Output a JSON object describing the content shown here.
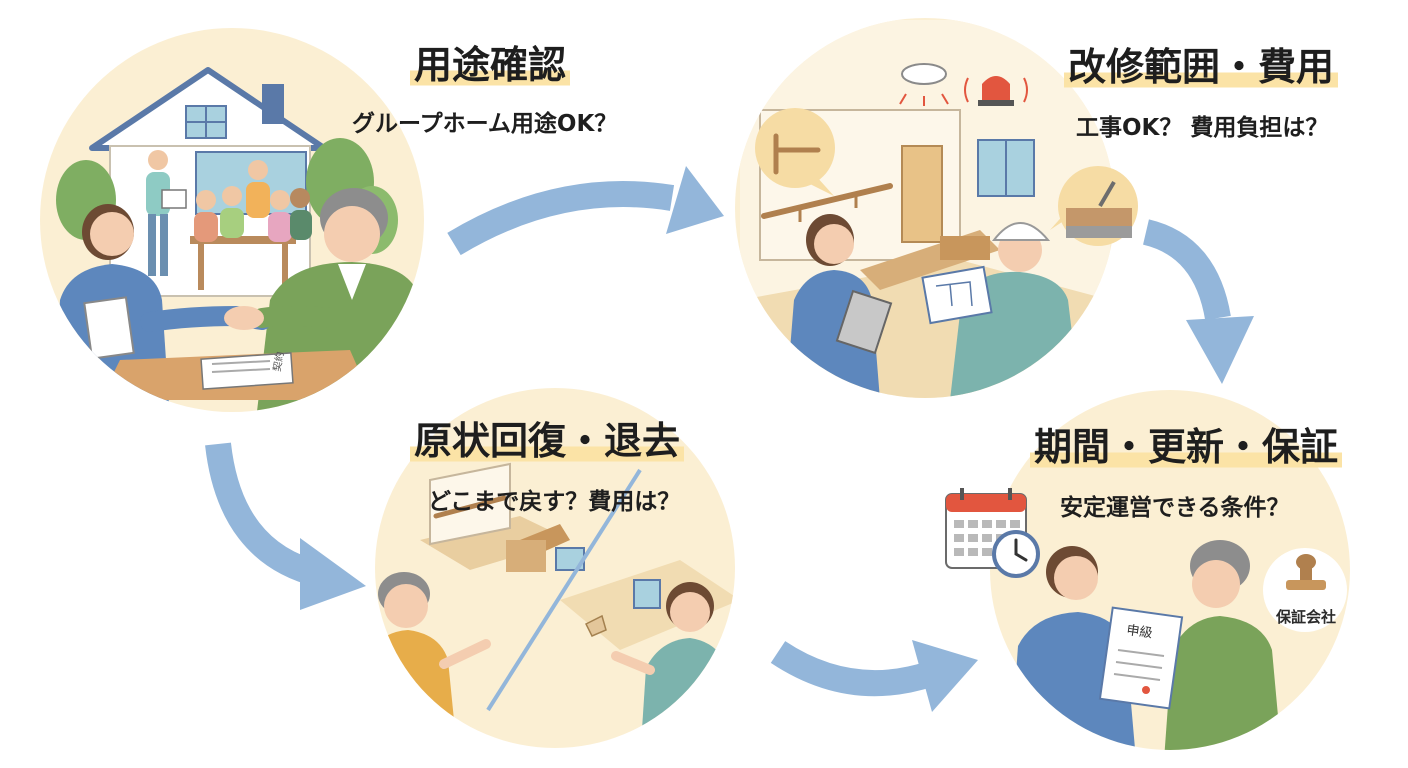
{
  "steps": [
    {
      "title": "用途確認",
      "subtitle": "グループホーム用途OK？"
    },
    {
      "title": "改修範囲・費用",
      "subtitle": "工事OK？ 費用負担は？"
    },
    {
      "title": "原状回復・退去",
      "subtitle": "どこまで戻す？費用は？"
    },
    {
      "title": "期間・更新・保証",
      "subtitle": "安定運営できる条件？"
    }
  ],
  "labels": {
    "contract_doc": "契約",
    "lease_doc": "申級",
    "stamp_caption": "保証会社"
  },
  "colors": {
    "circle_fill": "#fbefd3",
    "highlight": "#fbe3a6",
    "arrow": "#93b6da",
    "jacket_blue": "#5d87bd",
    "sweater_green": "#7aa35a",
    "shirt_teal": "#7cb3ad",
    "cardigan_orange": "#e7ad4a"
  }
}
